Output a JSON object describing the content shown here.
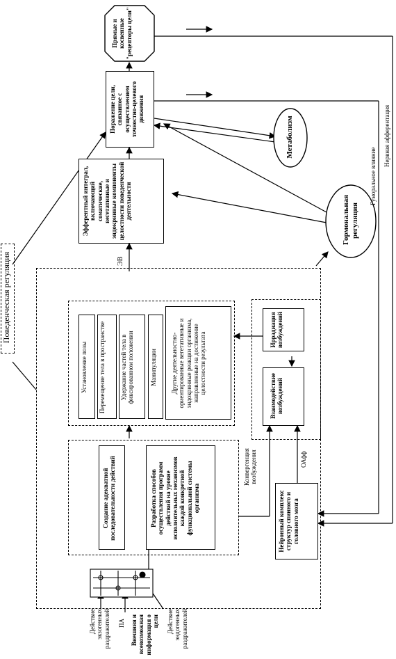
{
  "title": "Поведенческая регуляция",
  "top_octagon": "Прямые и косвенные \"рецепторы цели\"",
  "goal_box": "Поражение цели, связанное с осуществлением точностно-целевого движения",
  "efferent_box": "Эфферентный интеграл, включающий соматические, вегетативные и эндокринные компоненты целостности поведенческой деятельности",
  "metabolism": "Метаболизм",
  "hormonal": "Гормональная регуляция",
  "label_ev": "ЭВ",
  "humoral": "Гуморальное влияние",
  "nervous": "Нервная афферентация",
  "actions": {
    "pose": "Установление позы",
    "move": "Перемещение тела в пространстве",
    "hold": "Удержание частей тела в фиксированном положении",
    "manip": "Манипуляции",
    "other": "Другие деятельностно-ориентированные вегетативные и эндокринные реакции организма, направленные на достижение целостности результата"
  },
  "program": {
    "sequence": "Создание адекватной последовательности действий",
    "methods": "Разработка способов осуществления программ действий на уровне исполнительных механизмов каждой конкретной функциональной системы организма"
  },
  "irradiation": "Иррадиация возбуждений",
  "interaction": "Взаимодействие возбуждений",
  "neuron_box": "Нейронный комплекс структур спинного и головного мозга",
  "convergence": "Конвергенция возбуждения",
  "label_oaff": "ОАфф",
  "label_pa": "ПА",
  "bottom": {
    "exo": "Действие экзогенных раздражителей",
    "info": "Внешняя и всевозможная информация о цели",
    "endo": "Действие эндогенных раздражителей"
  }
}
